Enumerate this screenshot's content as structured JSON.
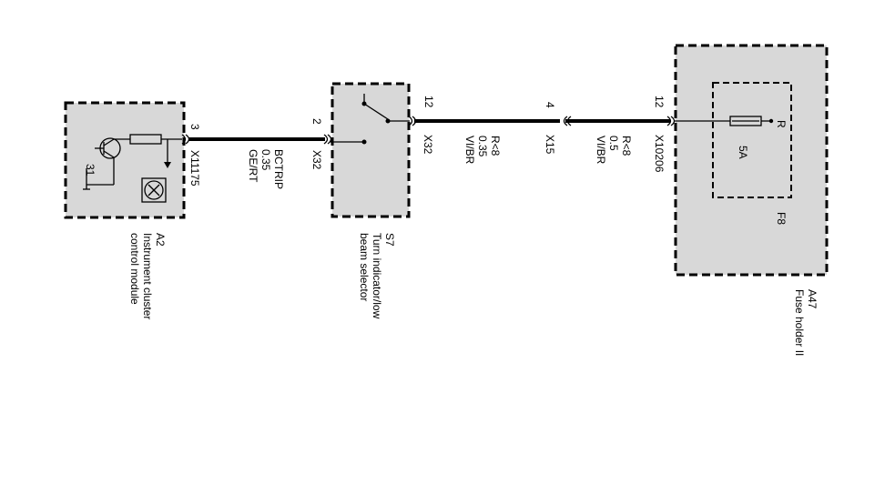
{
  "components": {
    "a2": {
      "id": "A2",
      "name_line1": "Instrument cluster",
      "name_line2": "control module",
      "ground": "31",
      "connector": "X11175",
      "pin": "3"
    },
    "s7": {
      "id": "S7",
      "name_line1": "Turn indicator/low",
      "name_line2": "beam selector",
      "connector_left": "X32",
      "pin_left": "2",
      "connector_right": "X32",
      "pin_right": "12"
    },
    "x15": {
      "connector": "X15",
      "pin": "4"
    },
    "a47": {
      "id": "A47",
      "name": "Fuse holder II",
      "connector": "X10206",
      "pin": "12"
    },
    "f8": {
      "id": "F8",
      "rating": "5A",
      "terminal": "R"
    }
  },
  "wires": {
    "w1": {
      "signal": "BCTRIP",
      "size": "0.35",
      "color": "GE/RT"
    },
    "w2": {
      "signal": "R<8",
      "size": "0.35",
      "color": "VI/BR"
    },
    "w3": {
      "signal": "R<8",
      "size": "0.5",
      "color": "VI/BR"
    }
  }
}
